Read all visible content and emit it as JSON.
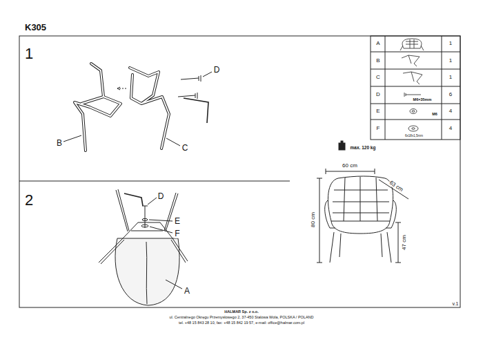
{
  "diagram": {
    "title": "K305",
    "labels": [
      "1",
      "D",
      "B",
      "C",
      "A",
      "1",
      "B",
      "1",
      "C",
      "1",
      "D",
      "M6×35mm",
      "6",
      "E",
      "M6",
      "4",
      "F",
      "6x18x1,5mm",
      "4",
      "max. 120 kg",
      "60 cm",
      "63 cm",
      "80 cm",
      "47 cm",
      "2",
      "D",
      "E",
      "F",
      "A",
      "HALMAR Sp. z o.o.",
      "ul. Centralnego Okręgu Przemysłowego 2, 37-450 Stalowa Wola, POLSKA / POLAND",
      "tel. +48 15 843 28 10, fax: +48 15 842 19 57, e-mail: office@halmar.com.pl",
      "v.1"
    ]
  }
}
